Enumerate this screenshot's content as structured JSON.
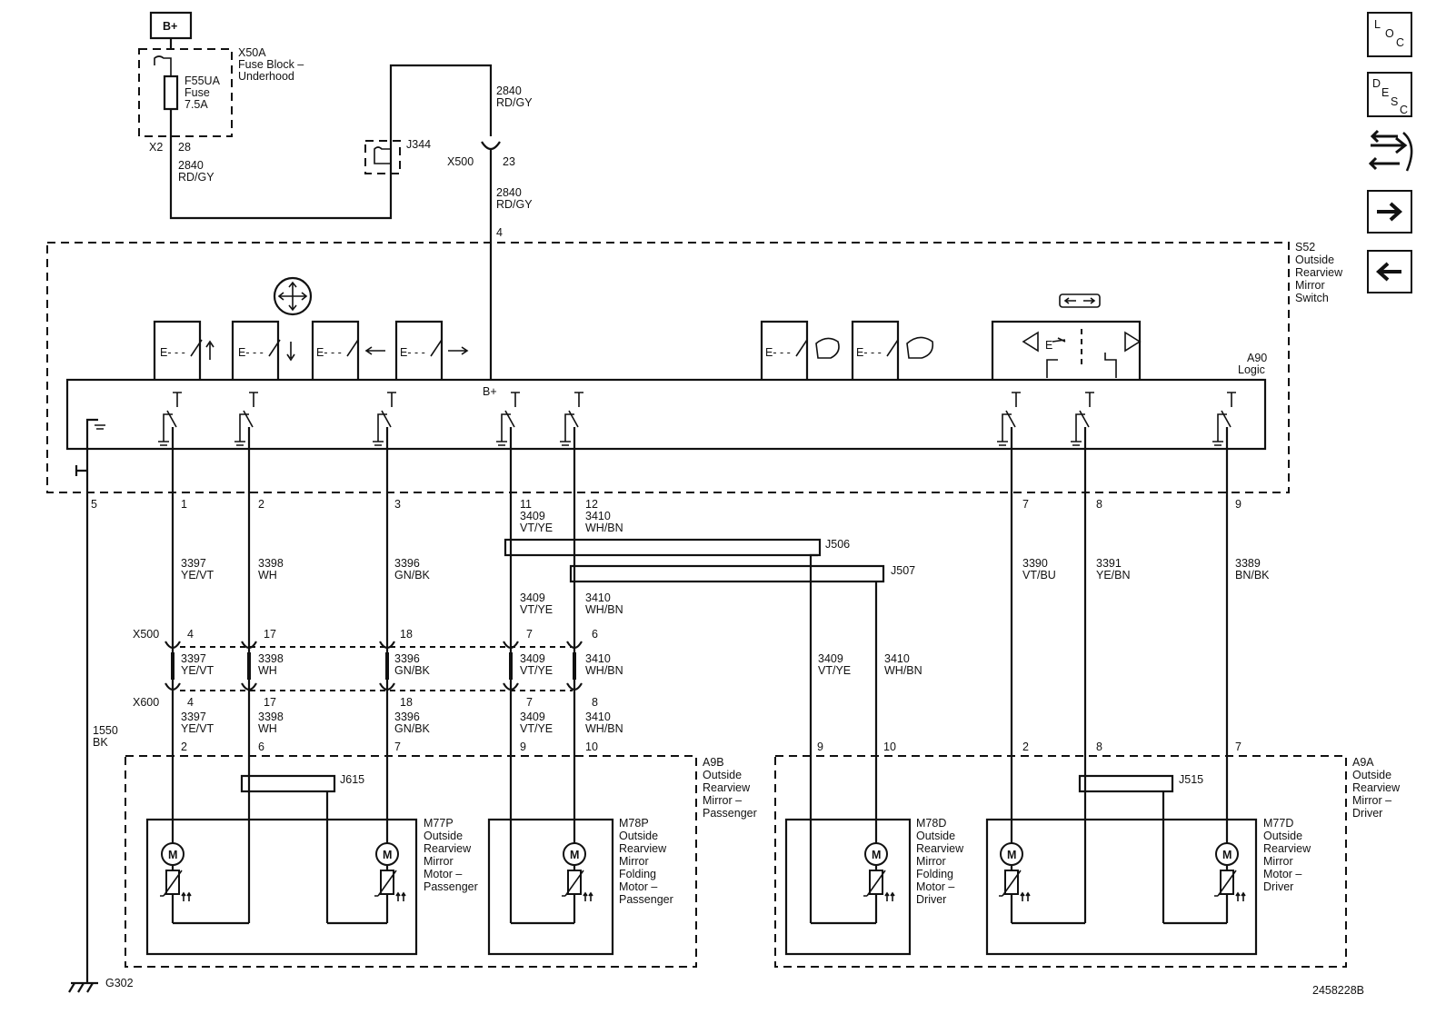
{
  "fuse_block": {
    "power_label": "B+",
    "ref": "X50A",
    "name_line1": "Fuse Block –",
    "name_line2": "Underhood",
    "fuse_ref": "F55UA",
    "fuse_word": "Fuse",
    "fuse_rating": "7.5A",
    "connector": "X2",
    "pin": "28"
  },
  "feed_wires": {
    "left_circuit": "2840",
    "left_color": "RD/GY",
    "splice": "J344",
    "top_circuit": "2840",
    "top_color": "RD/GY",
    "inline_connector": "X500",
    "inline_pin": "23",
    "down_circuit": "2840",
    "down_color": "RD/GY",
    "switch_pin": "4"
  },
  "switch_module": {
    "ref": "S52",
    "name_line1": "Outside",
    "name_line2": "Rearview",
    "name_line3": "Mirror",
    "name_line4": "Switch",
    "logic_ref": "A90",
    "logic_word": "Logic",
    "logic_bplus": "B+"
  },
  "switch_pins": [
    "5",
    "1",
    "2",
    "3",
    "11",
    "12",
    "7",
    "8",
    "9"
  ],
  "wires_upper": [
    {
      "circuit": "3397",
      "color": "YE/VT"
    },
    {
      "circuit": "3398",
      "color": "WH"
    },
    {
      "circuit": "3396",
      "color": "GN/BK"
    },
    {
      "circuit": "3409",
      "color": "VT/YE"
    },
    {
      "circuit": "3410",
      "color": "WH/BN"
    },
    {
      "circuit": "3390",
      "color": "VT/BU"
    },
    {
      "circuit": "3391",
      "color": "YE/BN"
    },
    {
      "circuit": "3389",
      "color": "BN/BK"
    }
  ],
  "splices": {
    "j506": "J506",
    "j507": "J507",
    "j615": "J615",
    "j515": "J515"
  },
  "fold_wires_mid": [
    {
      "circuit": "3409",
      "color": "VT/YE"
    },
    {
      "circuit": "3410",
      "color": "WH/BN"
    }
  ],
  "fold_wires_driver": [
    {
      "circuit": "3409",
      "color": "VT/YE"
    },
    {
      "circuit": "3410",
      "color": "WH/BN"
    }
  ],
  "x500": {
    "ref": "X500",
    "pins": [
      "4",
      "17",
      "18",
      "7",
      "6"
    ]
  },
  "x500_wires": [
    {
      "circuit": "3397",
      "color": "YE/VT"
    },
    {
      "circuit": "3398",
      "color": "WH"
    },
    {
      "circuit": "3396",
      "color": "GN/BK"
    },
    {
      "circuit": "3409",
      "color": "VT/YE"
    },
    {
      "circuit": "3410",
      "color": "WH/BN"
    }
  ],
  "x600": {
    "ref": "X600",
    "pins": [
      "4",
      "17",
      "18",
      "7",
      "8"
    ]
  },
  "x600_wires": [
    {
      "circuit": "3397",
      "color": "YE/VT"
    },
    {
      "circuit": "3398",
      "color": "WH"
    },
    {
      "circuit": "3396",
      "color": "GN/BK"
    },
    {
      "circuit": "3409",
      "color": "VT/YE"
    },
    {
      "circuit": "3410",
      "color": "WH/BN"
    }
  ],
  "ground_wire": {
    "circuit": "1550",
    "color": "BK",
    "ground_ref": "G302"
  },
  "passenger_mirror": {
    "ref": "A9B",
    "lines": [
      "Outside",
      "Rearview",
      "Mirror –",
      "Passenger"
    ],
    "pins": [
      "2",
      "6",
      "7",
      "9",
      "10"
    ]
  },
  "driver_mirror": {
    "ref": "A9A",
    "lines": [
      "Outside",
      "Rearview",
      "Mirror –",
      "Driver"
    ],
    "pins": [
      "9",
      "10",
      "2",
      "8",
      "7"
    ]
  },
  "motors": {
    "m77p": {
      "ref": "M77P",
      "lines": [
        "Outside",
        "Rearview",
        "Mirror",
        "Motor –",
        "Passenger"
      ]
    },
    "m78p": {
      "ref": "M78P",
      "lines": [
        "Outside",
        "Rearview",
        "Mirror",
        "Folding",
        "Motor –",
        "Passenger"
      ]
    },
    "m78d": {
      "ref": "M78D",
      "lines": [
        "Outside",
        "Rearview",
        "Mirror",
        "Folding",
        "Motor –",
        "Driver"
      ]
    },
    "m77d": {
      "ref": "M77D",
      "lines": [
        "Outside",
        "Rearview",
        "Mirror",
        "Motor –",
        "Driver"
      ]
    },
    "motor_symbol": "M"
  },
  "figure_id": "2458228B",
  "nav": {
    "loc": [
      "L",
      "O",
      "C"
    ],
    "desc": [
      "D",
      "E",
      "S",
      "C"
    ],
    "icons": [
      "wiring-navigate-icon",
      "arrow-right-icon",
      "arrow-left-icon"
    ]
  }
}
